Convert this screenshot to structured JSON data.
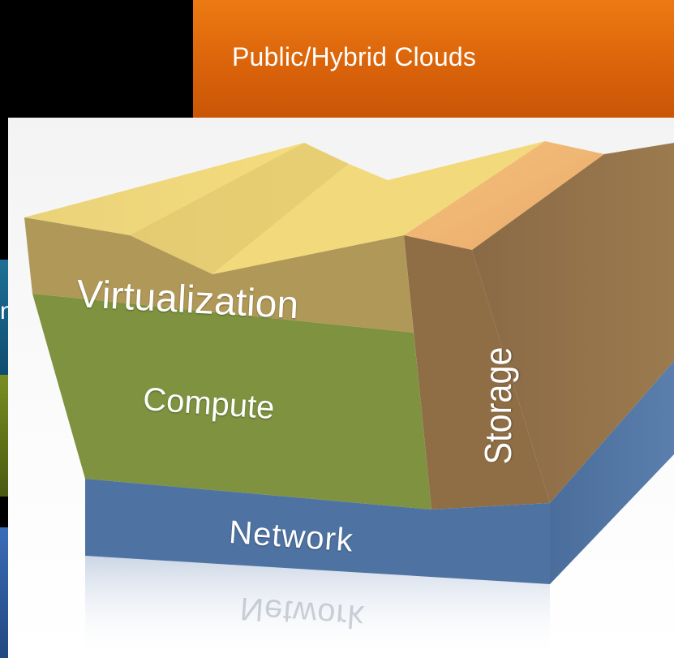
{
  "header": {
    "title": "Public/Hybrid Clouds"
  },
  "side": {
    "partial_label": "n"
  },
  "cube": {
    "layers": {
      "virtualization": "Virtualization",
      "compute": "Compute",
      "storage": "Storage",
      "network": "Network"
    },
    "reflection": "Network"
  },
  "colors": {
    "header": "#d9620a",
    "virtualization": "#b29a55",
    "compute": "#7f923f",
    "storage": "#8f6e45",
    "network": "#4e73a3",
    "top": "#f0d36d"
  }
}
